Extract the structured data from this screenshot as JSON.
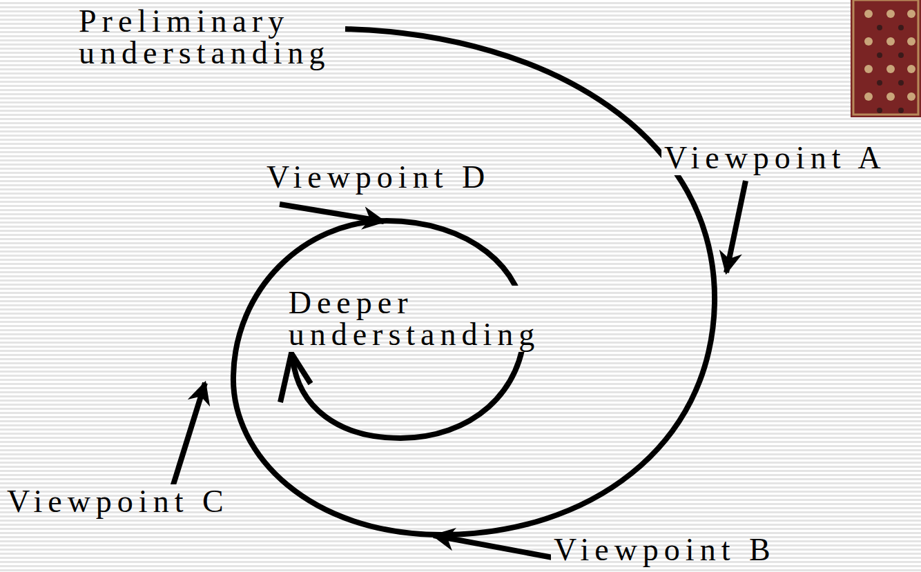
{
  "diagram": {
    "labels": [
      "Preliminary understanding",
      "Viewpoint A",
      "Viewpoint D",
      "Deeper understanding",
      "Viewpoint C",
      "Viewpoint B"
    ]
  }
}
